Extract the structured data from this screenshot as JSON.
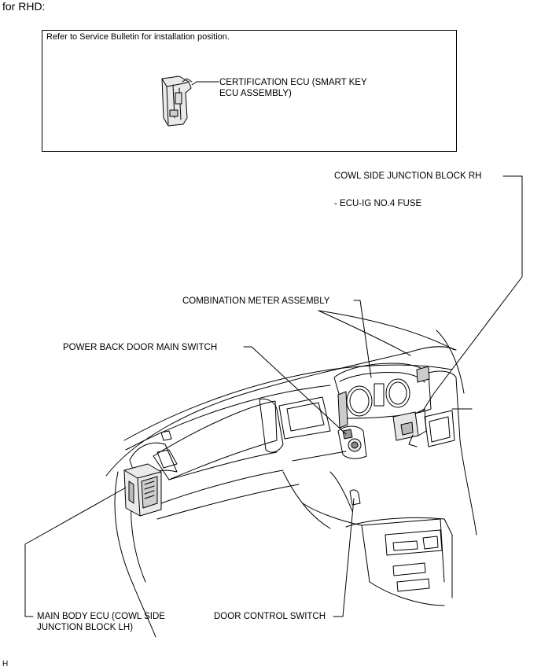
{
  "heading": "for RHD:",
  "inset": {
    "note": "Refer to Service Bulletin for installation position.",
    "label_line1": "CERTIFICATION ECU (SMART KEY",
    "label_line2": "ECU ASSEMBLY)"
  },
  "labels": {
    "cowl_side_jb_rh": "COWL SIDE JUNCTION BLOCK RH",
    "ecu_ig_fuse": "- ECU-IG NO.4 FUSE",
    "combination_meter": "COMBINATION METER ASSEMBLY",
    "power_back_door_switch": "POWER BACK DOOR MAIN SWITCH",
    "main_body_ecu_line1": "MAIN BODY ECU (COWL SIDE",
    "main_body_ecu_line2": "JUNCTION BLOCK LH)",
    "door_control_switch": "DOOR CONTROL SWITCH"
  },
  "footer_code": "H"
}
